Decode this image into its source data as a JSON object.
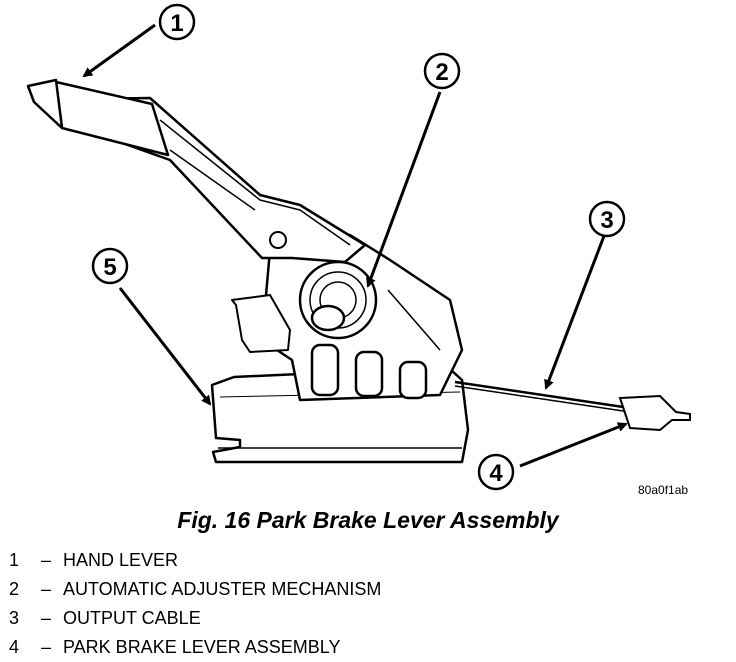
{
  "callouts": [
    {
      "number": "1"
    },
    {
      "number": "2"
    },
    {
      "number": "3"
    },
    {
      "number": "4"
    },
    {
      "number": "5"
    }
  ],
  "image_code": "80a0f1ab",
  "caption": "Fig. 16 Park Brake Lever Assembly",
  "legend": [
    {
      "number": "1",
      "dash": "–",
      "label": "HAND LEVER"
    },
    {
      "number": "2",
      "dash": "–",
      "label": "AUTOMATIC ADJUSTER MECHANISM"
    },
    {
      "number": "3",
      "dash": "–",
      "label": "OUTPUT CABLE"
    },
    {
      "number": "4",
      "dash": "–",
      "label": "PARK BRAKE LEVER ASSEMBLY"
    }
  ]
}
